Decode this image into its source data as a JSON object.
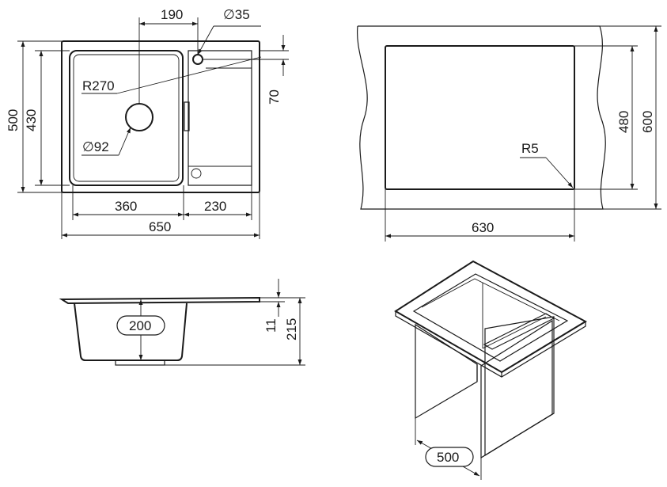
{
  "top_view": {
    "dim_190": "190",
    "dim_dia35": "∅35",
    "dim_r270": "R270",
    "dim_dia92": "∅92",
    "dim_500": "500",
    "dim_430": "430",
    "dim_70": "70",
    "dim_360": "360",
    "dim_230": "230",
    "dim_650": "650"
  },
  "cutout_view": {
    "dim_480": "480",
    "dim_600": "600",
    "dim_r5": "R5",
    "dim_630": "630"
  },
  "side_view": {
    "dim_200": "200",
    "dim_11": "11",
    "dim_215": "215"
  },
  "iso_view": {
    "dim_500": "500"
  }
}
